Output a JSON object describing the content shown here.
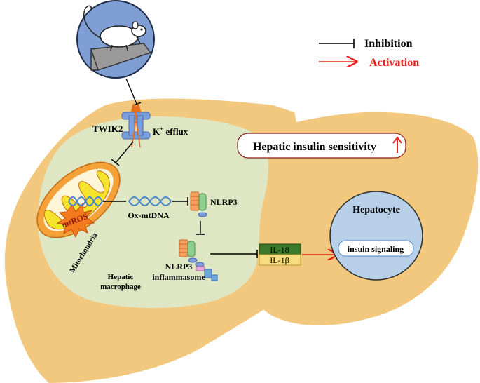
{
  "legend": {
    "inhibition_label": "Inhibition",
    "activation_label": "Activation",
    "inhibition_color": "#000000",
    "activation_color": "#e8201c"
  },
  "labels": {
    "twik2": "TWIK2",
    "k_efflux": "K",
    "k_plus": "+",
    "k_efflux_suffix": " efflux",
    "mitochondria": "Mitochondria",
    "mtros": "mtROS",
    "ox_mtdna": "Ox-mtDNA",
    "nlrp3": "NLRP3",
    "inflammasome_line1": "NLRP3",
    "inflammasome_line2": "inflammasome",
    "macrophage_line1": "Hepatic",
    "macrophage_line2": "macrophage",
    "il18": "IL-18",
    "il1b": "IL-1β",
    "hepatocyte": "Hepatocyte",
    "insulin_signaling": "insuin signaling",
    "hepatic_insulin_sensitivity": "Hepatic insulin sensitivity"
  },
  "colors": {
    "liver": "#f2c87e",
    "macrophage": "#dfe6c4",
    "hepatocyte": "#b8cfe8",
    "mouse_circle": "#7f9fd4",
    "mito_outer": "#f5a13a",
    "mito_inner": "#f4e42c",
    "il18_box": "#3c7a2c",
    "il1b_box": "#f7dc80",
    "twik2": "#7b9fdc"
  }
}
